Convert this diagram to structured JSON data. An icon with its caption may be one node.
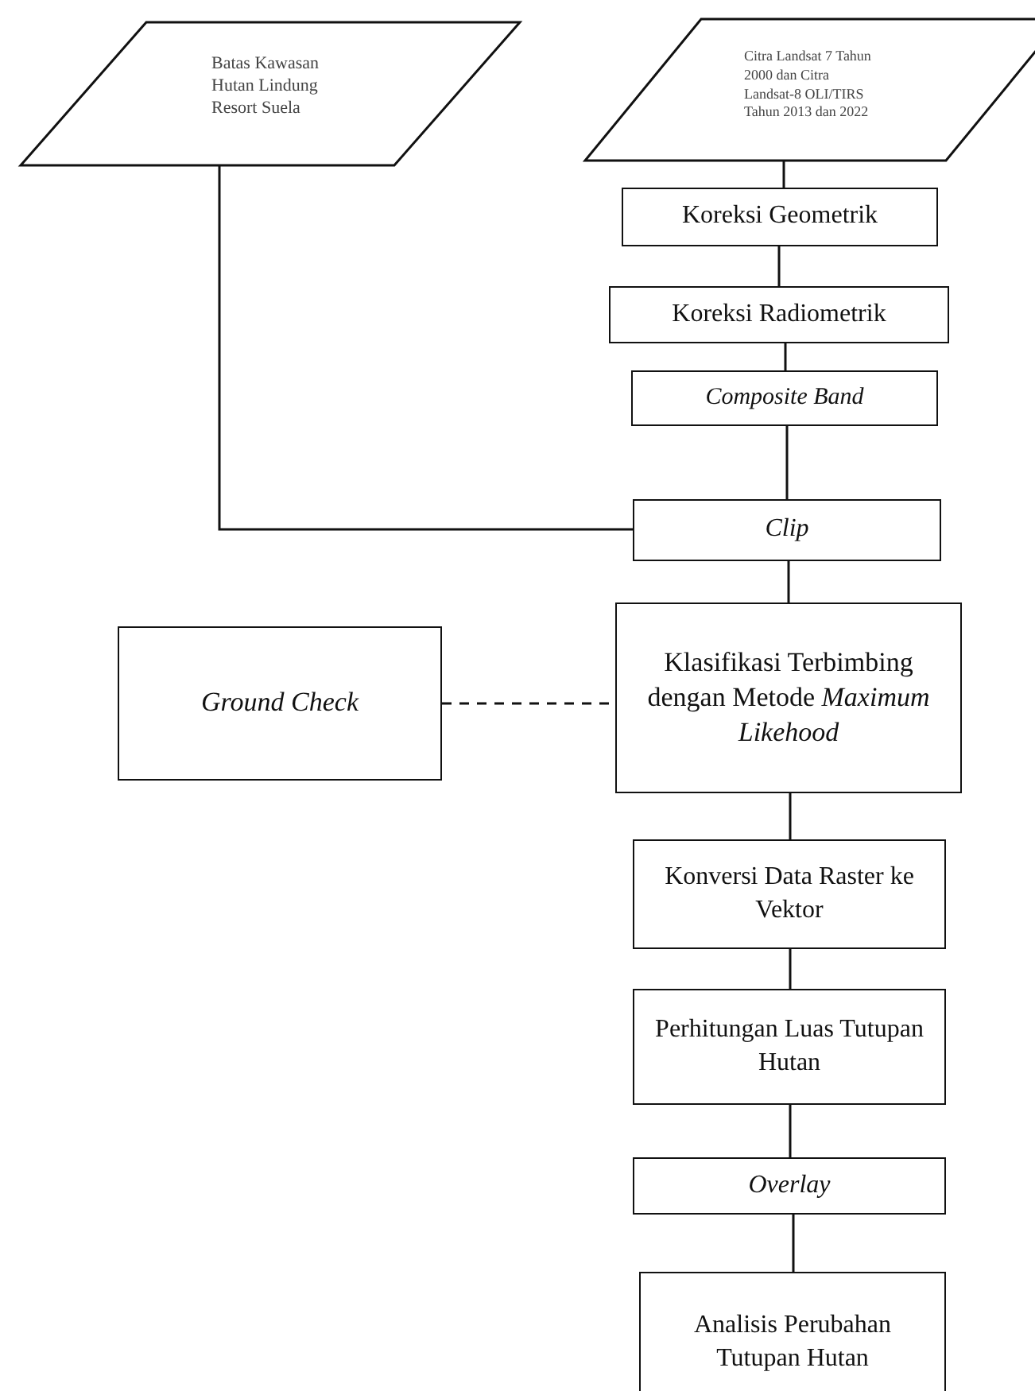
{
  "diagram": {
    "nodes": [
      {
        "text": [
          "Batas Kawasan Hutan Lindung Resort Suela"
        ]
      },
      {
        "text": [
          "Citra Landsat 7 Tahun 2000 dan Citra Landsat-8 OLI/TIRS Tahun 2013 dan 2022"
        ]
      },
      {
        "text": [
          "Koreksi Geometrik"
        ]
      },
      {
        "text": [
          "Koreksi Radiometrik"
        ]
      },
      {
        "text": [
          "Composite Band"
        ]
      },
      {
        "text": [
          "Clip"
        ]
      },
      {
        "text": [
          "Ground Check"
        ]
      },
      {
        "text": [
          "Klasifikasi Terbimbing dengan Metode *Maximum Likehood*"
        ]
      },
      {
        "text": [
          "Konversi Data Raster ke Vektor"
        ]
      },
      {
        "text": [
          "Perhitungan Luas Tutupan Hutan"
        ]
      },
      {
        "text": [
          "Overlay"
        ]
      },
      {
        "text": [
          "Analisis Perubahan Tutupan Hutan"
        ]
      }
    ],
    "edges": [
      {
        "from": 0,
        "to": 5,
        "arrow": "none"
      },
      {
        "from": 1,
        "to": 2,
        "arrow": "none"
      },
      {
        "from": 2,
        "to": 3,
        "arrow": "none"
      },
      {
        "from": 3,
        "to": 4,
        "arrow": "none"
      },
      {
        "from": 4,
        "to": 5,
        "arrow": "none"
      },
      {
        "from": 5,
        "to": 7,
        "arrow": "none"
      },
      {
        "from": 6,
        "to": 7,
        "arrow": "none",
        "style": "dashed"
      },
      {
        "from": 7,
        "to": 8,
        "arrow": "none"
      },
      {
        "from": 8,
        "to": 9,
        "arrow": "none"
      },
      {
        "from": 9,
        "to": 10,
        "arrow": "none"
      },
      {
        "from": 10,
        "to": 11,
        "arrow": "none"
      }
    ]
  }
}
